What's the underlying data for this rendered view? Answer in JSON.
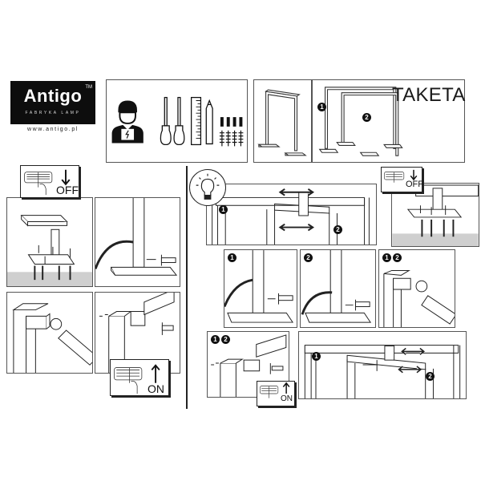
{
  "brand": {
    "name": "Antigo",
    "trademark": "TM",
    "tagline": "FABRYKA LAMP",
    "url": "www.antigo.pl"
  },
  "product": {
    "title": "TAKETA"
  },
  "tools_panel": {
    "icons": [
      "electrician-icon",
      "flathead-screwdriver-icon",
      "phillips-screwdriver-icon",
      "ruler-icon",
      "pencil-icon",
      "wall-plug-icon",
      "screw-icon"
    ],
    "wall_plug_count": 4,
    "screw_count": 4
  },
  "overview": {
    "variant_single": "single-frame",
    "variant_double_markers": [
      "1",
      "2"
    ]
  },
  "left_steps": {
    "power_off_label": "OFF",
    "power_on_label": "ON"
  },
  "right_steps": {
    "power_off_label": "OFF",
    "power_on_label": "ON",
    "markers": {
      "one": "1",
      "two": "2"
    }
  },
  "colors": {
    "line": "#222222",
    "border": "#555555",
    "logo_bg": "#0d0d0d",
    "floor": "#cfcfcf"
  }
}
